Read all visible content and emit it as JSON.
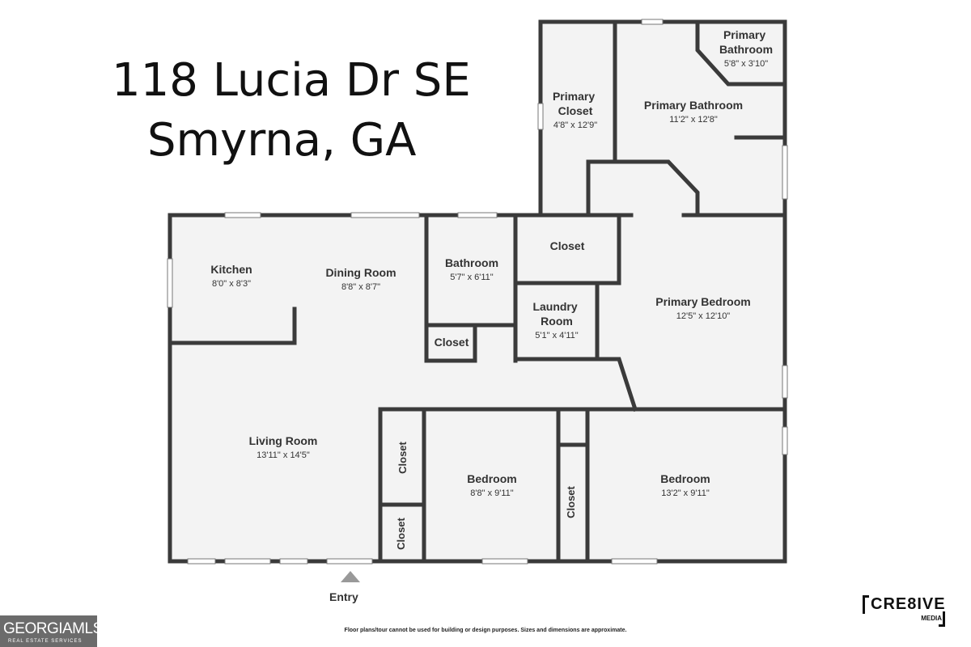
{
  "address": {
    "line1": "118 Lucia Dr SE",
    "line2": "Smyrna, GA"
  },
  "rooms": [
    {
      "id": "kitchen",
      "name": "Kitchen",
      "dims": "8'0\" x 8'3\""
    },
    {
      "id": "dining-room",
      "name": "Dining Room",
      "dims": "8'8\" x 8'7\""
    },
    {
      "id": "bathroom",
      "name": "Bathroom",
      "dims": "5'7\" x 6'11\""
    },
    {
      "id": "hall-closet",
      "name": "Closet",
      "dims": ""
    },
    {
      "id": "bath-closet",
      "name": "Closet",
      "dims": ""
    },
    {
      "id": "laundry-room",
      "name": "Laundry Room",
      "dims": "5'1\" x 4'11\""
    },
    {
      "id": "primary-closet",
      "name": "Primary Closet",
      "dims": "4'8\" x 12'9\""
    },
    {
      "id": "primary-bathroom",
      "name": "Primary Bathroom",
      "dims": "11'2\" x 12'8\""
    },
    {
      "id": "primary-bathroom-small",
      "name": "Primary Bathroom",
      "dims": "5'8\" x 3'10\""
    },
    {
      "id": "primary-bedroom",
      "name": "Primary Bedroom",
      "dims": "12'5\" x 12'10\""
    },
    {
      "id": "living-room",
      "name": "Living Room",
      "dims": "13'11\" x 14'5\""
    },
    {
      "id": "bedroom-1",
      "name": "Bedroom",
      "dims": "8'8\" x 9'11\""
    },
    {
      "id": "bedroom-2",
      "name": "Bedroom",
      "dims": "13'2\" x 9'11\""
    },
    {
      "id": "bed1-closet-top",
      "name": "Closet",
      "dims": ""
    },
    {
      "id": "bed1-closet-bottom",
      "name": "Closet",
      "dims": ""
    },
    {
      "id": "bed2-closet",
      "name": "Closet",
      "dims": ""
    }
  ],
  "entry_label": "Entry",
  "disclaimer": "Floor plans/tour cannot be used for building or design purposes. Sizes and dimensions are approximate.",
  "branding": {
    "mls_name": "GEORGIAMLS",
    "mls_sub": "REAL ESTATE SERVICES",
    "media_name": "CRE8IVE",
    "media_sub": "MEDIA"
  },
  "colors": {
    "wall": "#3a3a3a",
    "floor": "#f3f3f3",
    "window": "#ffffff"
  }
}
